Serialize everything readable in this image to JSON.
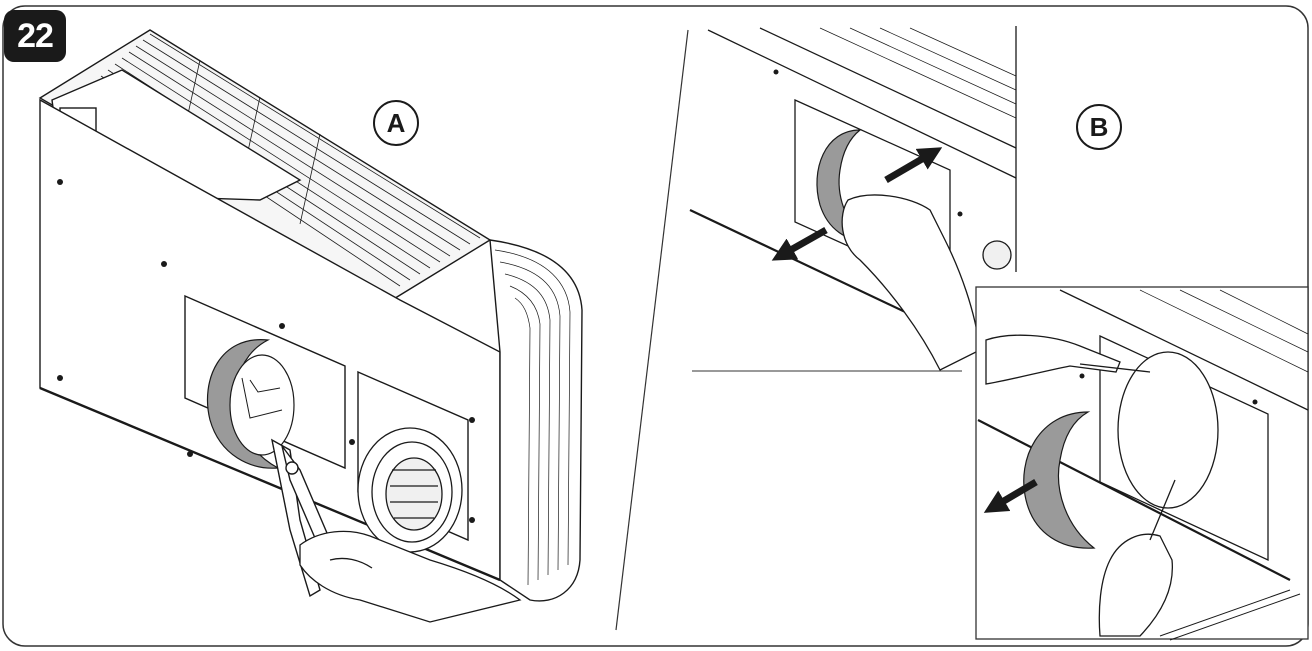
{
  "step_number": "22",
  "panels": [
    {
      "label": "A"
    },
    {
      "label": "B"
    }
  ],
  "colors": {
    "line": "#1a1a1a",
    "knockout_fill": "#9a9a9a",
    "badge_fill": "#1a1a1a",
    "background": "#ffffff"
  },
  "icons": [
    "pliers-icon",
    "hand-icon",
    "push-arrow-icon",
    "crescent-knockout-icon",
    "round-vent-icon"
  ]
}
